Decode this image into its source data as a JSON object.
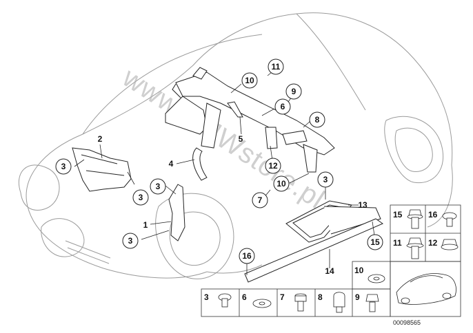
{
  "watermark": "www.BMWstore.pl",
  "diagram_id": "00098565",
  "callouts": [
    {
      "label": "11",
      "circled": true
    },
    {
      "label": "10",
      "circled": true
    },
    {
      "label": "9",
      "circled": true
    },
    {
      "label": "6",
      "circled": true
    },
    {
      "label": "8",
      "circled": true
    },
    {
      "label": "5",
      "circled": false
    },
    {
      "label": "2",
      "circled": false
    },
    {
      "label": "3",
      "circled": true
    },
    {
      "label": "4",
      "circled": false
    },
    {
      "label": "3",
      "circled": true
    },
    {
      "label": "3",
      "circled": true
    },
    {
      "label": "1",
      "circled": false
    },
    {
      "label": "3",
      "circled": true
    },
    {
      "label": "12",
      "circled": true
    },
    {
      "label": "10",
      "circled": true
    },
    {
      "label": "7",
      "circled": true
    },
    {
      "label": "3",
      "circled": true
    },
    {
      "label": "13",
      "circled": false
    },
    {
      "label": "15",
      "circled": true
    },
    {
      "label": "16",
      "circled": true
    },
    {
      "label": "14",
      "circled": false
    }
  ],
  "parts_grid": [
    {
      "label": "15"
    },
    {
      "label": "16"
    },
    {
      "label": "11"
    },
    {
      "label": "12"
    },
    {
      "label": "10"
    },
    {
      "label": "3"
    },
    {
      "label": "6"
    },
    {
      "label": "7"
    },
    {
      "label": "8"
    },
    {
      "label": "9"
    }
  ]
}
